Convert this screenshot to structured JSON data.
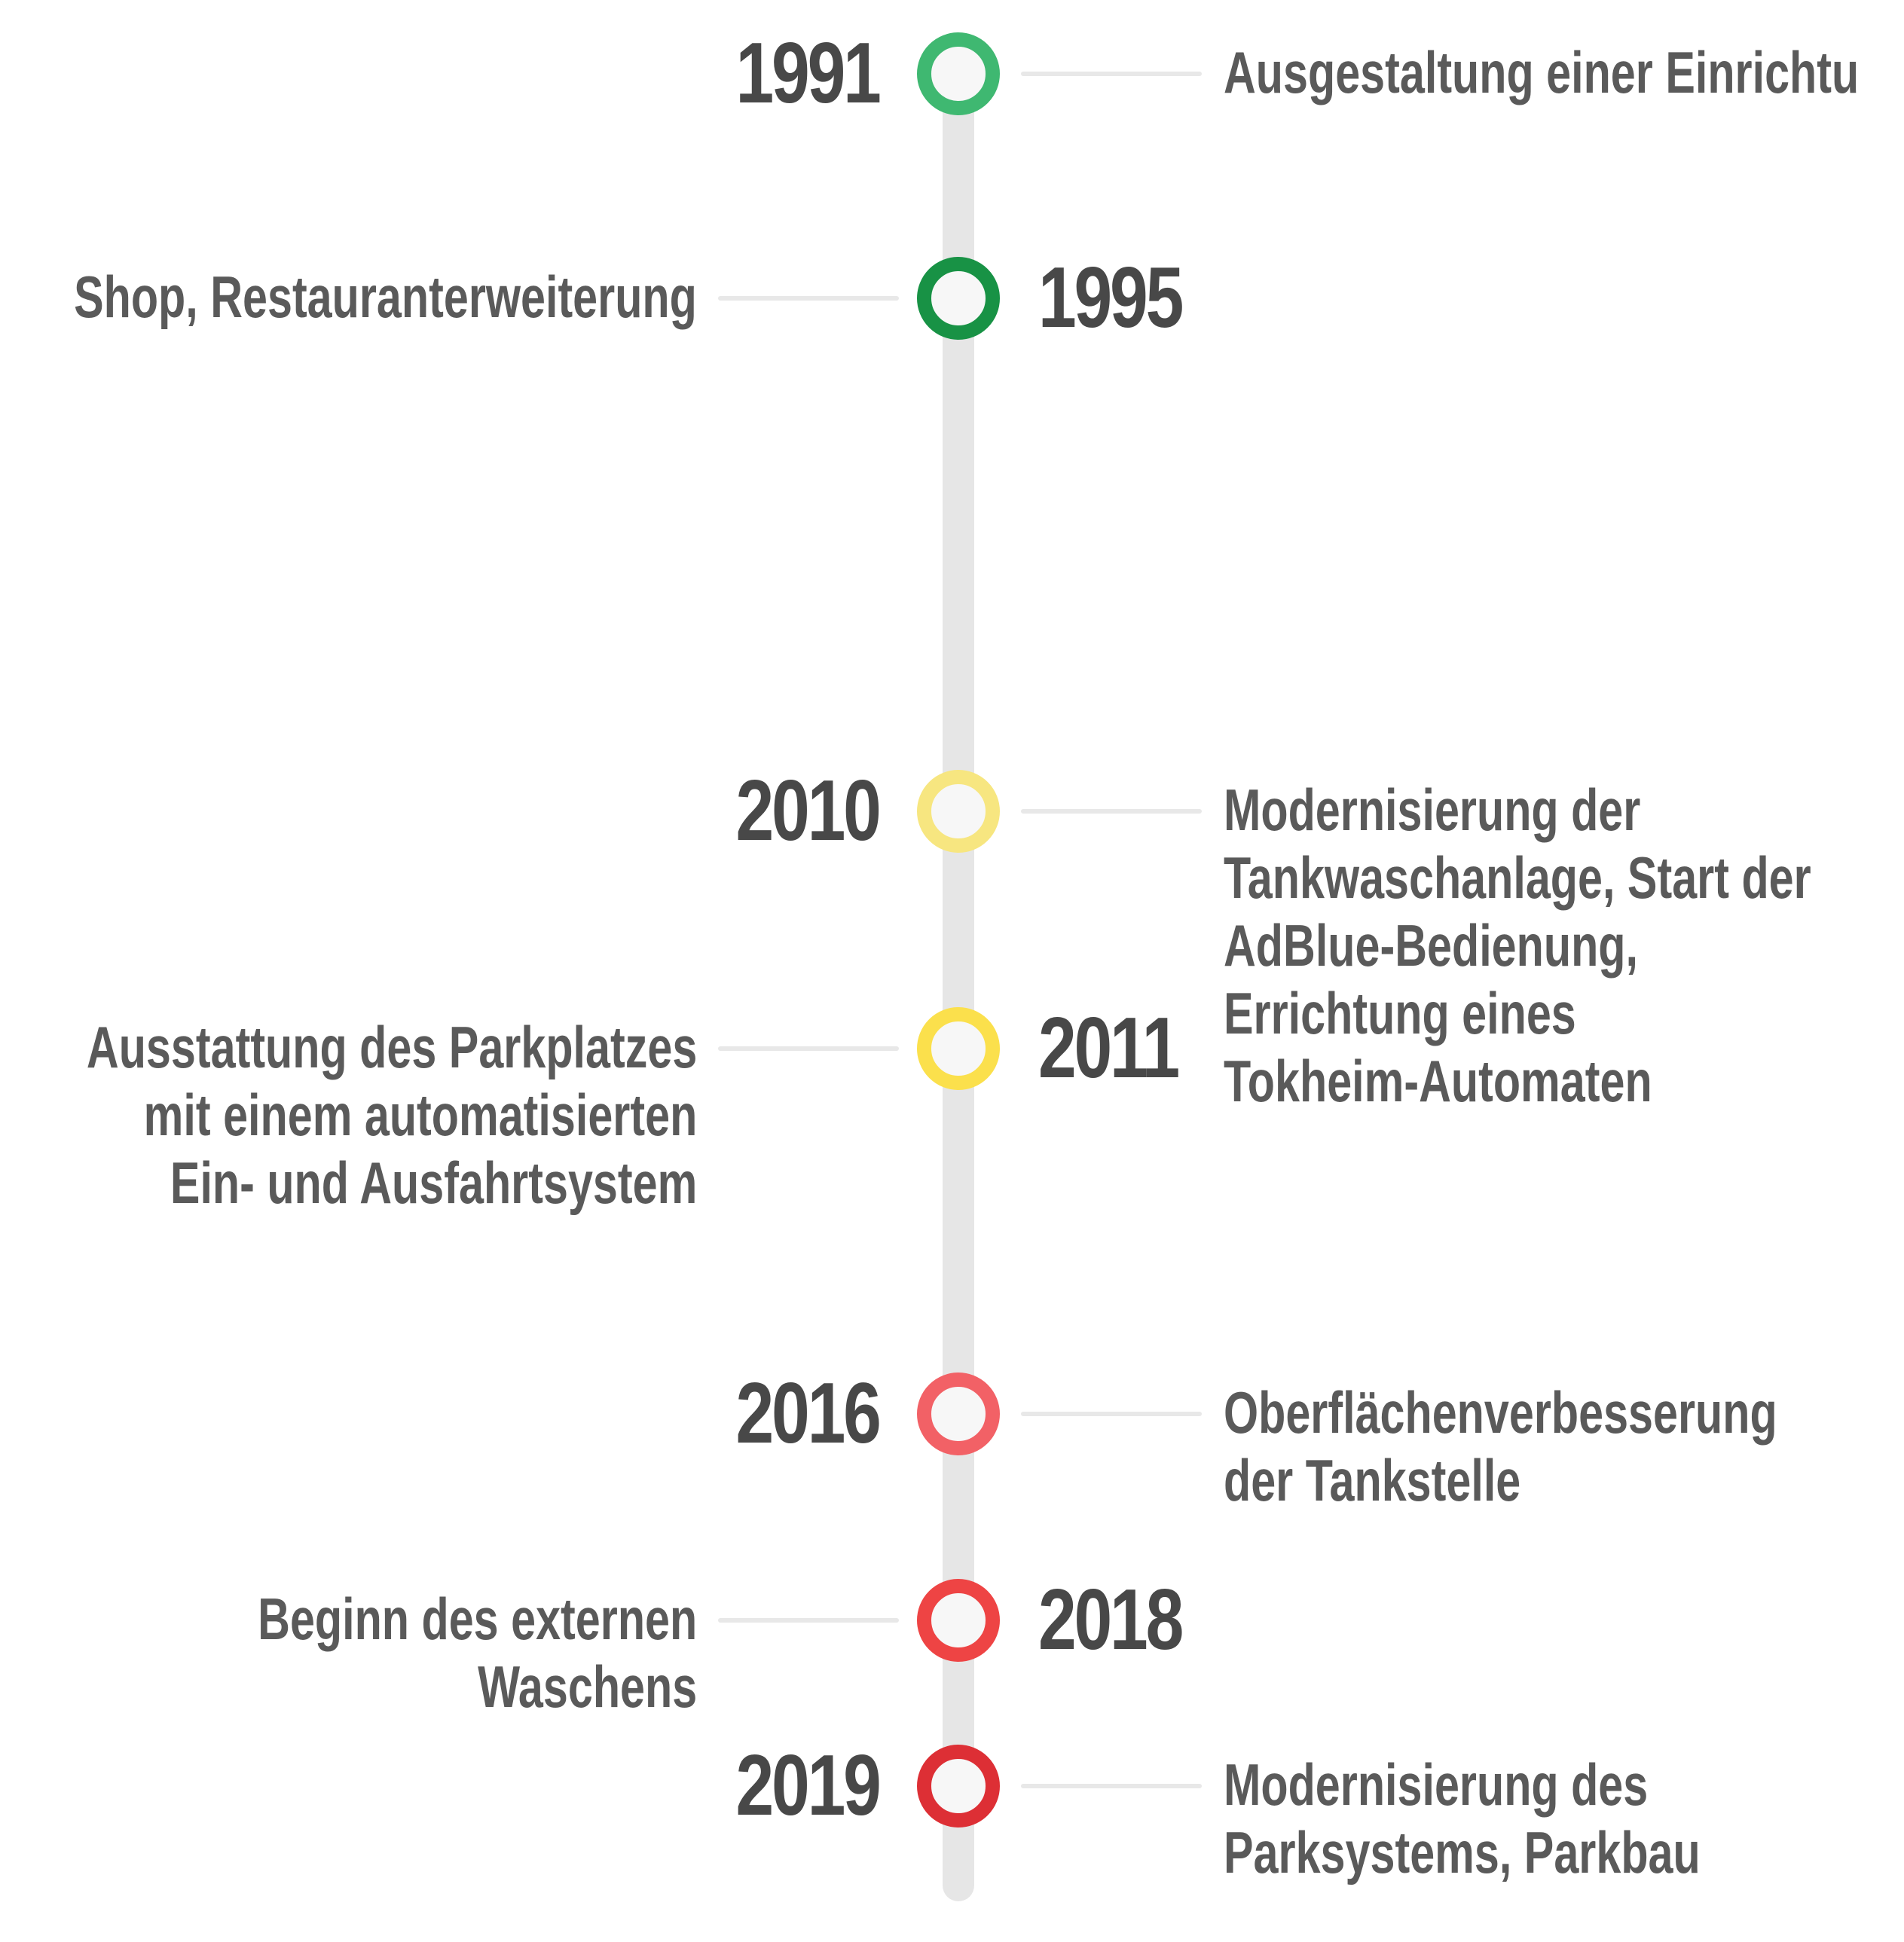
{
  "timeline": {
    "events": [
      {
        "year": "1991",
        "side": "right",
        "color": "#3fb871",
        "lines": [
          "Ausgestaltung einer Einrichtu"
        ]
      },
      {
        "year": "1995",
        "side": "left",
        "color": "#189245",
        "lines": [
          "Shop, Restauranterweiterung"
        ]
      },
      {
        "year": "2010",
        "side": "right",
        "color": "#f7e680",
        "lines": [
          "Modernisierung der",
          "Tankwaschanlage, Start der",
          "AdBlue-Bedienung,",
          "Errichtung eines",
          "Tokheim-Automaten"
        ]
      },
      {
        "year": "2011",
        "side": "left",
        "color": "#fbe04c",
        "lines": [
          "Ausstattung des Parkplatzes",
          "mit einem automatisierten",
          "Ein- und Ausfahrtsystem"
        ]
      },
      {
        "year": "2016",
        "side": "right",
        "color": "#f26166",
        "lines": [
          "Oberflächenverbesserung",
          "der Tankstelle"
        ]
      },
      {
        "year": "2018",
        "side": "left",
        "color": "#ee4444",
        "lines": [
          "Beginn des externen",
          "Waschens"
        ]
      },
      {
        "year": "2019",
        "side": "right",
        "color": "#dd2f35",
        "lines": [
          "Modernisierung des",
          "Parksystems, Parkbau"
        ]
      }
    ]
  }
}
